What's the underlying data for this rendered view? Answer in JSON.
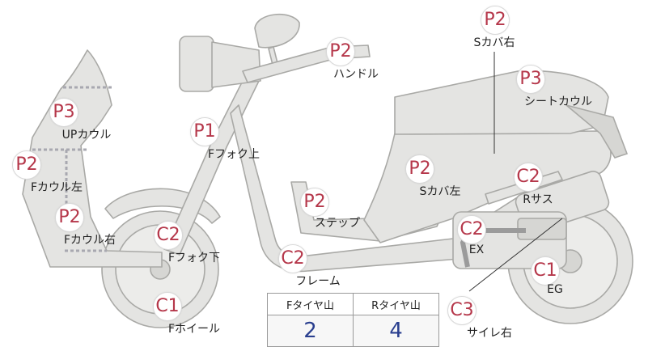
{
  "markers": [
    {
      "id": "p2-scover-right",
      "grade": "P2",
      "label": "Sカバ右"
    },
    {
      "id": "p3-seat-cowl",
      "grade": "P3",
      "label": "シートカウル"
    },
    {
      "id": "p2-handle",
      "grade": "P2",
      "label": "ハンドル"
    },
    {
      "id": "p3-up-cowl",
      "grade": "P3",
      "label": "UPカウル"
    },
    {
      "id": "p1-fork-upper",
      "grade": "P1",
      "label": "Fフォク上"
    },
    {
      "id": "p2-cowl-left",
      "grade": "P2",
      "label": "Fカウル左"
    },
    {
      "id": "p2-cowl-right",
      "grade": "P2",
      "label": "Fカウル右"
    },
    {
      "id": "p2-step",
      "grade": "P2",
      "label": "ステップ"
    },
    {
      "id": "p2-scover-left",
      "grade": "P2",
      "label": "Sカバ左"
    },
    {
      "id": "c2-rear-sus",
      "grade": "C2",
      "label": "Rサス"
    },
    {
      "id": "c2-fork-lower",
      "grade": "C2",
      "label": "Fフォク下"
    },
    {
      "id": "c2-frame",
      "grade": "C2",
      "label": "フレーム"
    },
    {
      "id": "c2-exhaust",
      "grade": "C2",
      "label": "EX"
    },
    {
      "id": "c1-engine",
      "grade": "C1",
      "label": "EG"
    },
    {
      "id": "c1-front-wheel",
      "grade": "C1",
      "label": "Fホイール"
    },
    {
      "id": "c3-muffler-right",
      "grade": "C3",
      "label": "サイレ右"
    }
  ],
  "tires": {
    "front_header": "Fタイヤ山",
    "rear_header": "Rタイヤ山",
    "front_value": "2",
    "rear_value": "4"
  }
}
